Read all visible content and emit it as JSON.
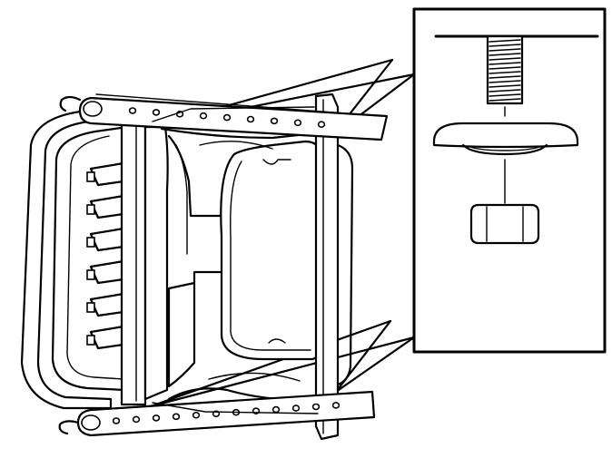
{
  "figure": {
    "kind": "technical line illustration",
    "colors": {
      "line": "#000000",
      "background": "#ffffff"
    },
    "parts": {
      "main_view": "seat-frame-icon",
      "detail_view": "fastener-detail-inset",
      "detail_items": [
        "bolt-icon",
        "washer-icon",
        "nut-icon"
      ]
    },
    "frame": {
      "upper_rail_holes": 9,
      "lower_rail_holes": 12
    }
  }
}
